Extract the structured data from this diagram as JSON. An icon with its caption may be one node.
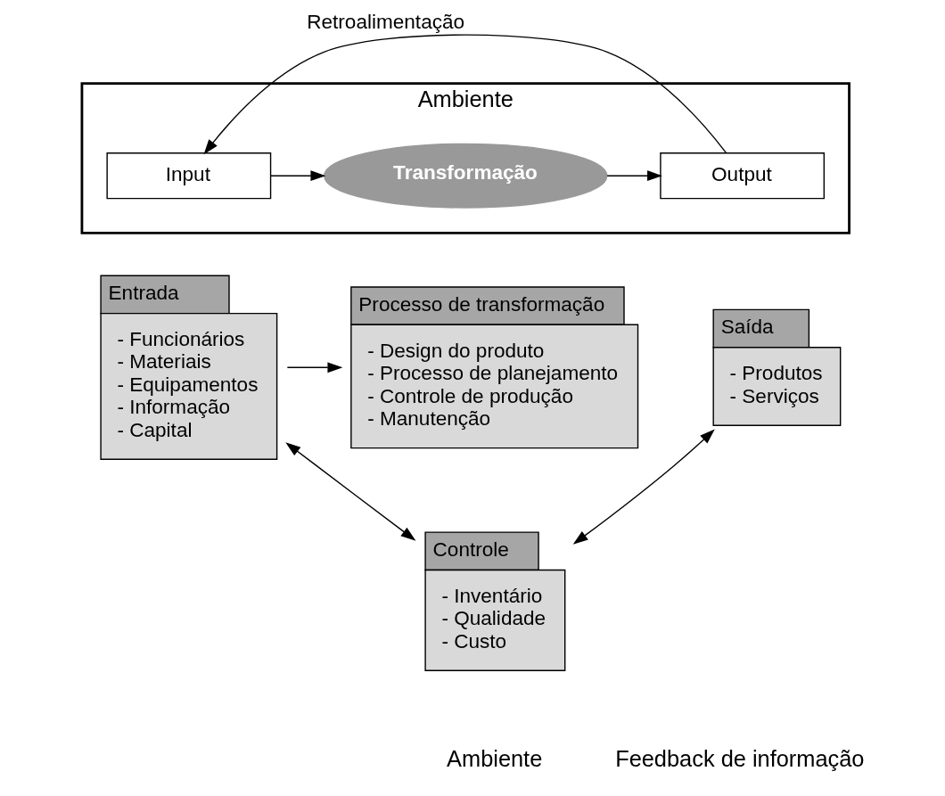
{
  "diagram": {
    "nodes": [
      {
        "text": [
          "Ambiente"
        ]
      },
      {
        "text": [
          "Input"
        ],
        "in": 0
      },
      {
        "text": [
          "Transformação"
        ],
        "in": 0
      },
      {
        "text": [
          "Output"
        ],
        "in": 0
      },
      {
        "text": [
          "Entrada",
          "- Funcionários",
          "- Materiais",
          "- Equipamentos",
          "- Informação",
          "- Capital"
        ]
      },
      {
        "text": [
          "Processo de transformação",
          "- Design do produto",
          "- Processo de planejamento",
          "- Controle de produção",
          "- Manutenção"
        ]
      },
      {
        "text": [
          "Saída",
          "- Produtos",
          "- Serviços"
        ]
      },
      {
        "text": [
          "Controle",
          "- Inventário",
          "- Qualidade",
          "- Custo"
        ]
      }
    ],
    "edges": [
      {
        "from": 1,
        "to": 2,
        "arrow": "to"
      },
      {
        "from": 2,
        "to": 3,
        "arrow": "to"
      },
      {
        "from": 3,
        "to": 1,
        "arrow": "to",
        "label": "Retroalimentação"
      },
      {
        "from": 4,
        "to": 5,
        "arrow": "to"
      },
      {
        "from": 4,
        "to": 7,
        "arrow": "both"
      },
      {
        "from": 6,
        "to": 7,
        "arrow": "both"
      }
    ],
    "labels": [
      "Ambiente",
      "Feedback de informação"
    ]
  }
}
